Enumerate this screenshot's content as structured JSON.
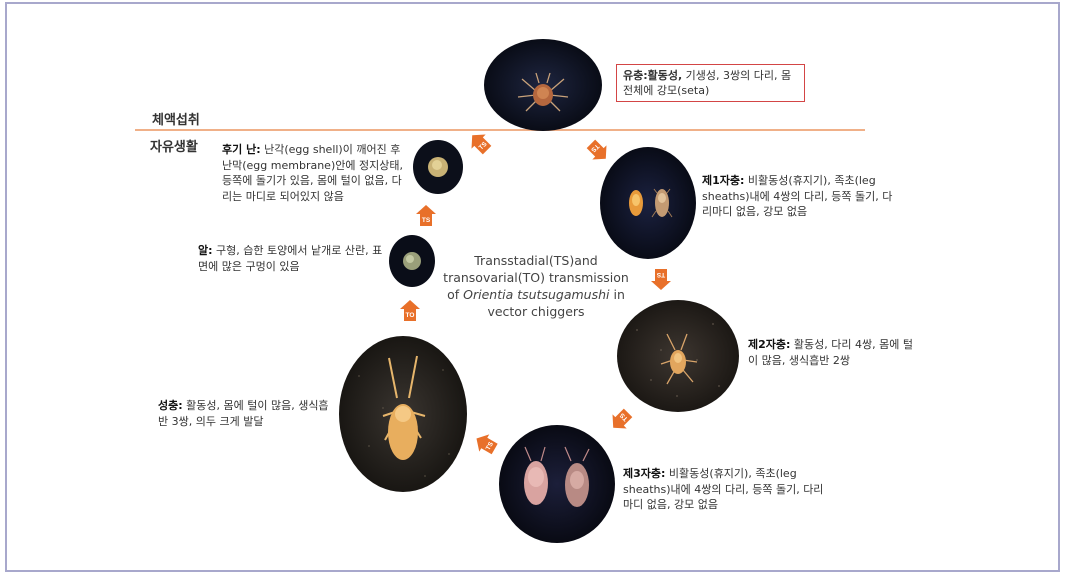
{
  "sections": {
    "parasitic_label": "체액섭취",
    "free_living_label": "자유생활"
  },
  "stages": {
    "larva": {
      "name": "유충:",
      "name_extra": "활동성,",
      "desc": " 기생성, 3쌍의 다리, 몸 전체에 강모(seta)"
    },
    "protonymph": {
      "name": "제1자충:",
      "desc": " 비활동성(휴지기), 족초(leg sheaths)내에 4쌍의 다리, 등쪽 돌기, 다리마디 없음, 강모 없음"
    },
    "deutonymph": {
      "name": "제2자충:",
      "desc": " 활동성, 다리 4쌍, 몸에 털이 많음, 생식흡반 2쌍"
    },
    "tritonymph": {
      "name": "제3자충:",
      "desc": " 비활동성(휴지기), 족초(leg sheaths)내에 4쌍의 다리, 등쪽 돌기, 다리마디 없음, 강모 없음"
    },
    "adult": {
      "name": "성충:",
      "desc": " 활동성, 몸에 털이 많음, 생식흡반 3쌍, 의두 크게 발달"
    },
    "egg": {
      "name": "알:",
      "desc": " 구형, 습한 토양에서 낱개로 산란, 표면에 많은 구멍이 있음"
    },
    "late_egg": {
      "name": "후기 난:",
      "desc": " 난각(egg shell)이 깨어진 후 난막(egg membrane)안에 정지상태, 등쪽에 돌기가 있음, 몸에 털이 없음, 다리는 마디로 되어있지 않음"
    }
  },
  "center": {
    "line1": "Transstadial(TS)and",
    "line2": "transovarial(TO) transmission",
    "line3_prefix": "of ",
    "line3_italic": "Orientia tsutsugamushi",
    "line3_suffix": " in",
    "line4": "vector chiggers"
  },
  "arrows": {
    "ts": "TS",
    "to": "TO"
  },
  "colors": {
    "arrow": "#e8702a",
    "divider": "#f0b088",
    "frame": "#a8a8cc",
    "title_box_border": "#d34545"
  }
}
